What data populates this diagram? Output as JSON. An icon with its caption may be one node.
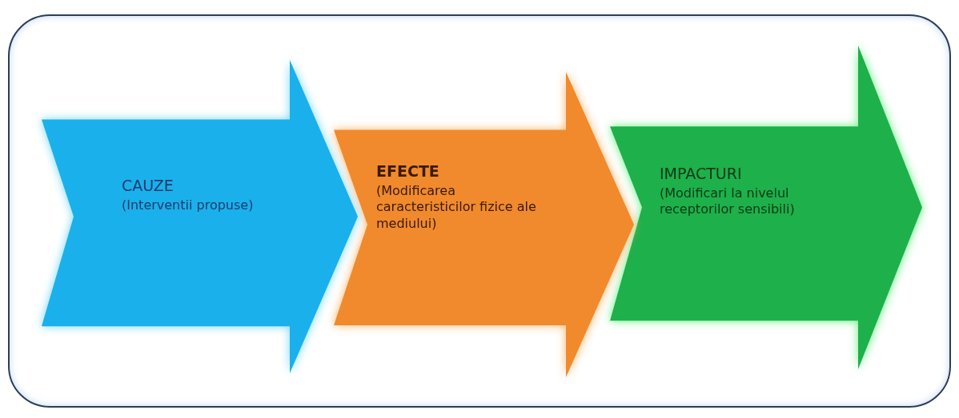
{
  "diagram": {
    "nodes": [
      {
        "text": [],
        "shape": "box"
      },
      {
        "text": [
          "CAUZE",
          "(Interventii propuse)"
        ],
        "in": 0
      },
      {
        "text": [
          "EFECTE",
          "(Modificarea caracteristicilor fizice ale mediului)"
        ],
        "in": 0
      },
      {
        "text": [
          "IMPACTURI",
          "(Modificari la nivelul receptorilor sensibili)"
        ],
        "in": 0
      }
    ]
  }
}
